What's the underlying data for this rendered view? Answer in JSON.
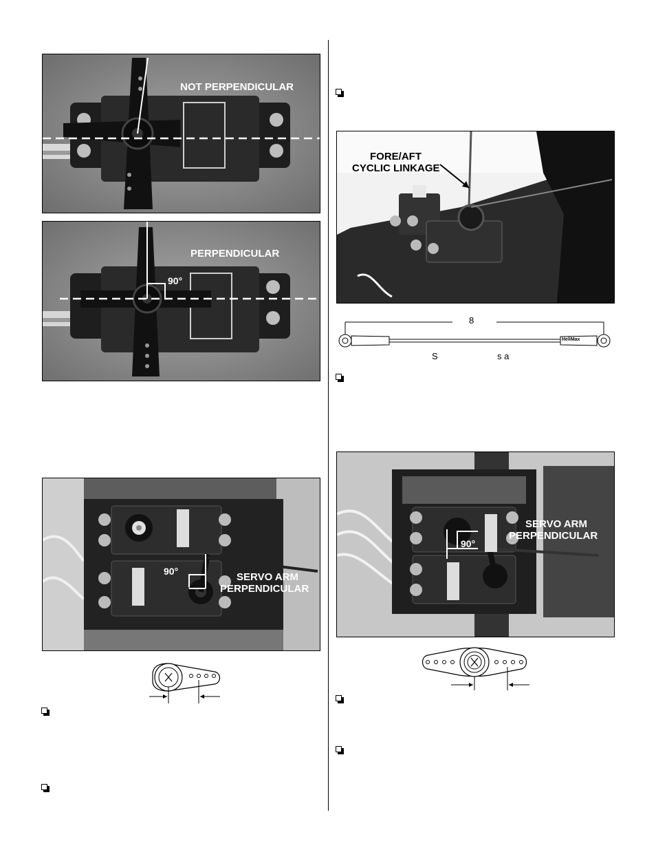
{
  "photos": {
    "not_perpendicular": {
      "label": "NOT PERPENDICULAR"
    },
    "perpendicular": {
      "label": "PERPENDICULAR",
      "angle": "90°"
    },
    "fore_aft": {
      "label_line1": "FORE/AFT",
      "label_line2": "CYCLIC LINKAGE"
    },
    "servo_arm_left": {
      "label_line1": "SERVO ARM",
      "label_line2": "PERPENDICULAR",
      "angle": "90°"
    },
    "servo_arm_right": {
      "label_line1": "SERVO ARM",
      "label_line2": "PERPENDICULAR",
      "angle": "90°"
    }
  },
  "linkage_diagram": {
    "length_label": "8",
    "caption_s": "S",
    "caption_sa": "s a",
    "brand": "HeliMax"
  },
  "colors": {
    "background": "#ffffff",
    "photo_bg": "#8a8a8a",
    "ink": "#000000"
  }
}
